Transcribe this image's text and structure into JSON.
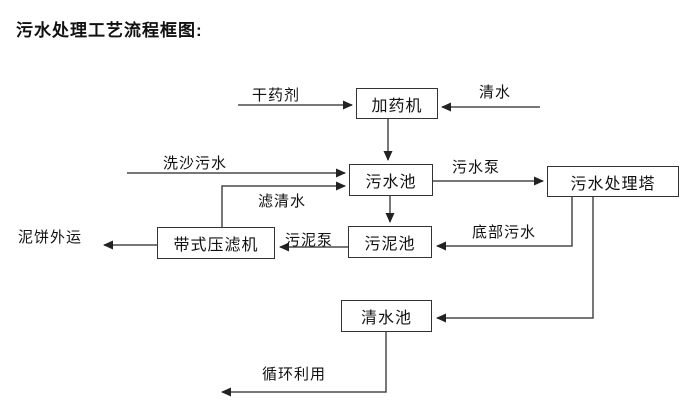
{
  "title": "污水处理工艺流程框图:",
  "diagram": {
    "nodes": {
      "dosing_machine": "加药机",
      "sewage_pool": "污水池",
      "treatment_tower": "污水处理塔",
      "sludge_pool": "污泥池",
      "belt_filter_press": "带式压滤机",
      "clear_water_pool": "清水池"
    },
    "labels": {
      "dry_chemical": "干药剂",
      "clear_water": "清水",
      "sand_washing_sewage": "洗沙污水",
      "filtered_water": "滤清水",
      "sewage_pump": "污水泵",
      "bottom_sewage": "底部污水",
      "sludge_pump": "污泥泵",
      "mud_cake_out": "泥饼外运",
      "recycle": "循环利用"
    },
    "colors": {
      "line": "#4a4a4a",
      "border": "#333333",
      "text": "#111111",
      "background": "#ffffff"
    }
  }
}
